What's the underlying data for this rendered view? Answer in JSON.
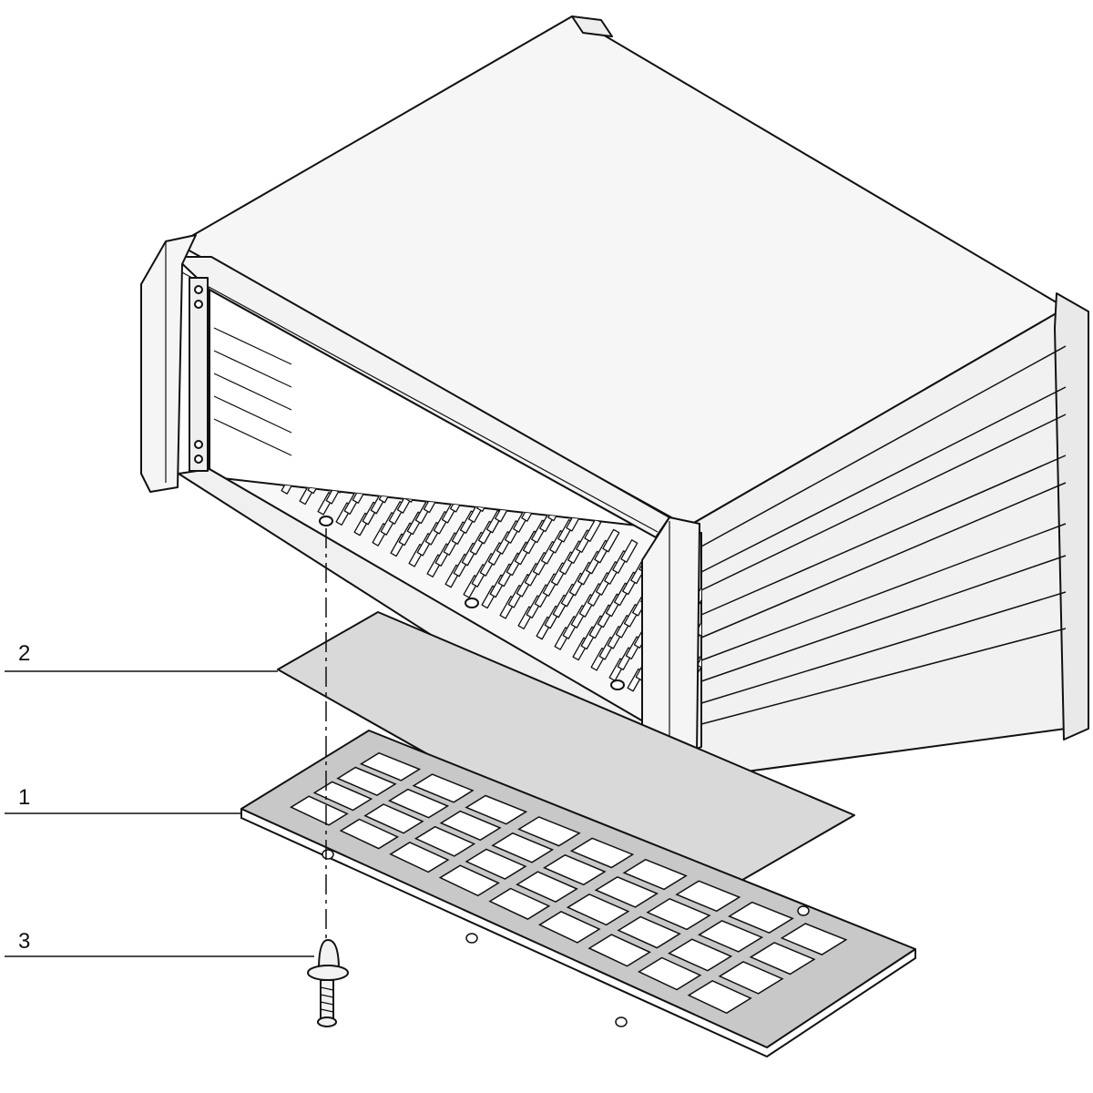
{
  "callouts": [
    {
      "number": "2",
      "part": "filter-mat"
    },
    {
      "number": "1",
      "part": "grille-frame"
    },
    {
      "number": "3",
      "part": "push-rivet"
    }
  ],
  "colors": {
    "outline": "#111111",
    "case_fill": "#f2f2f2",
    "mat_fill": "#d9d9d9",
    "frame_fill": "#c8c8c8"
  },
  "grille": {
    "rows": 4,
    "columns": 9
  }
}
